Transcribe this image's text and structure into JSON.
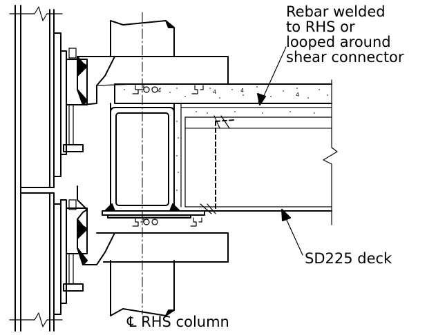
{
  "annotations": {
    "rebar_note": [
      "Rebar welded",
      "to RHS or",
      "looped around",
      "shear connector"
    ],
    "deck_label": "SD225 deck",
    "centerline_symbol": "℄",
    "column_label": "RHS column"
  },
  "colors": {
    "line": "#000000",
    "background": "#ffffff",
    "fill_dark": "#000000",
    "fill_grey": "#bdbdbd"
  }
}
